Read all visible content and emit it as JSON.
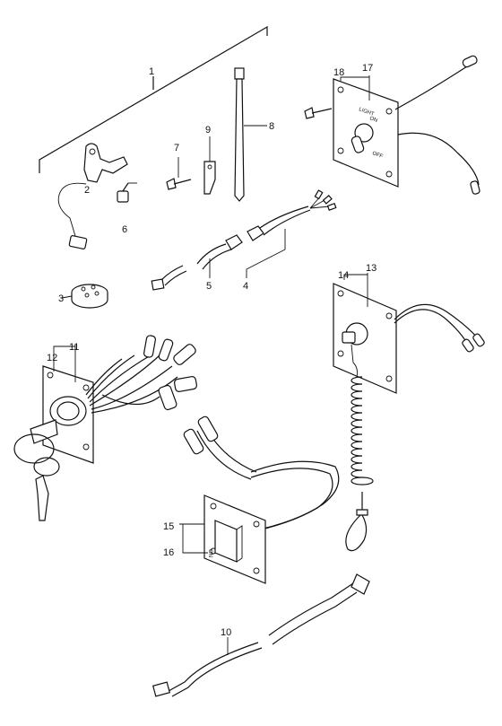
{
  "callouts": {
    "c1": "1",
    "c2": "2",
    "c3": "3",
    "c4": "4",
    "c5": "5",
    "c6": "6",
    "c7": "7",
    "c8": "8",
    "c9": "9",
    "c10": "10",
    "c11": "11",
    "c12": "12",
    "c13": "13",
    "c14": "14",
    "c15": "15",
    "c16": "16",
    "c17": "17",
    "c18": "18"
  },
  "switch_text": {
    "light": "LIGHT",
    "on": "ON",
    "off": "OFF",
    "stop_on": "ON"
  }
}
